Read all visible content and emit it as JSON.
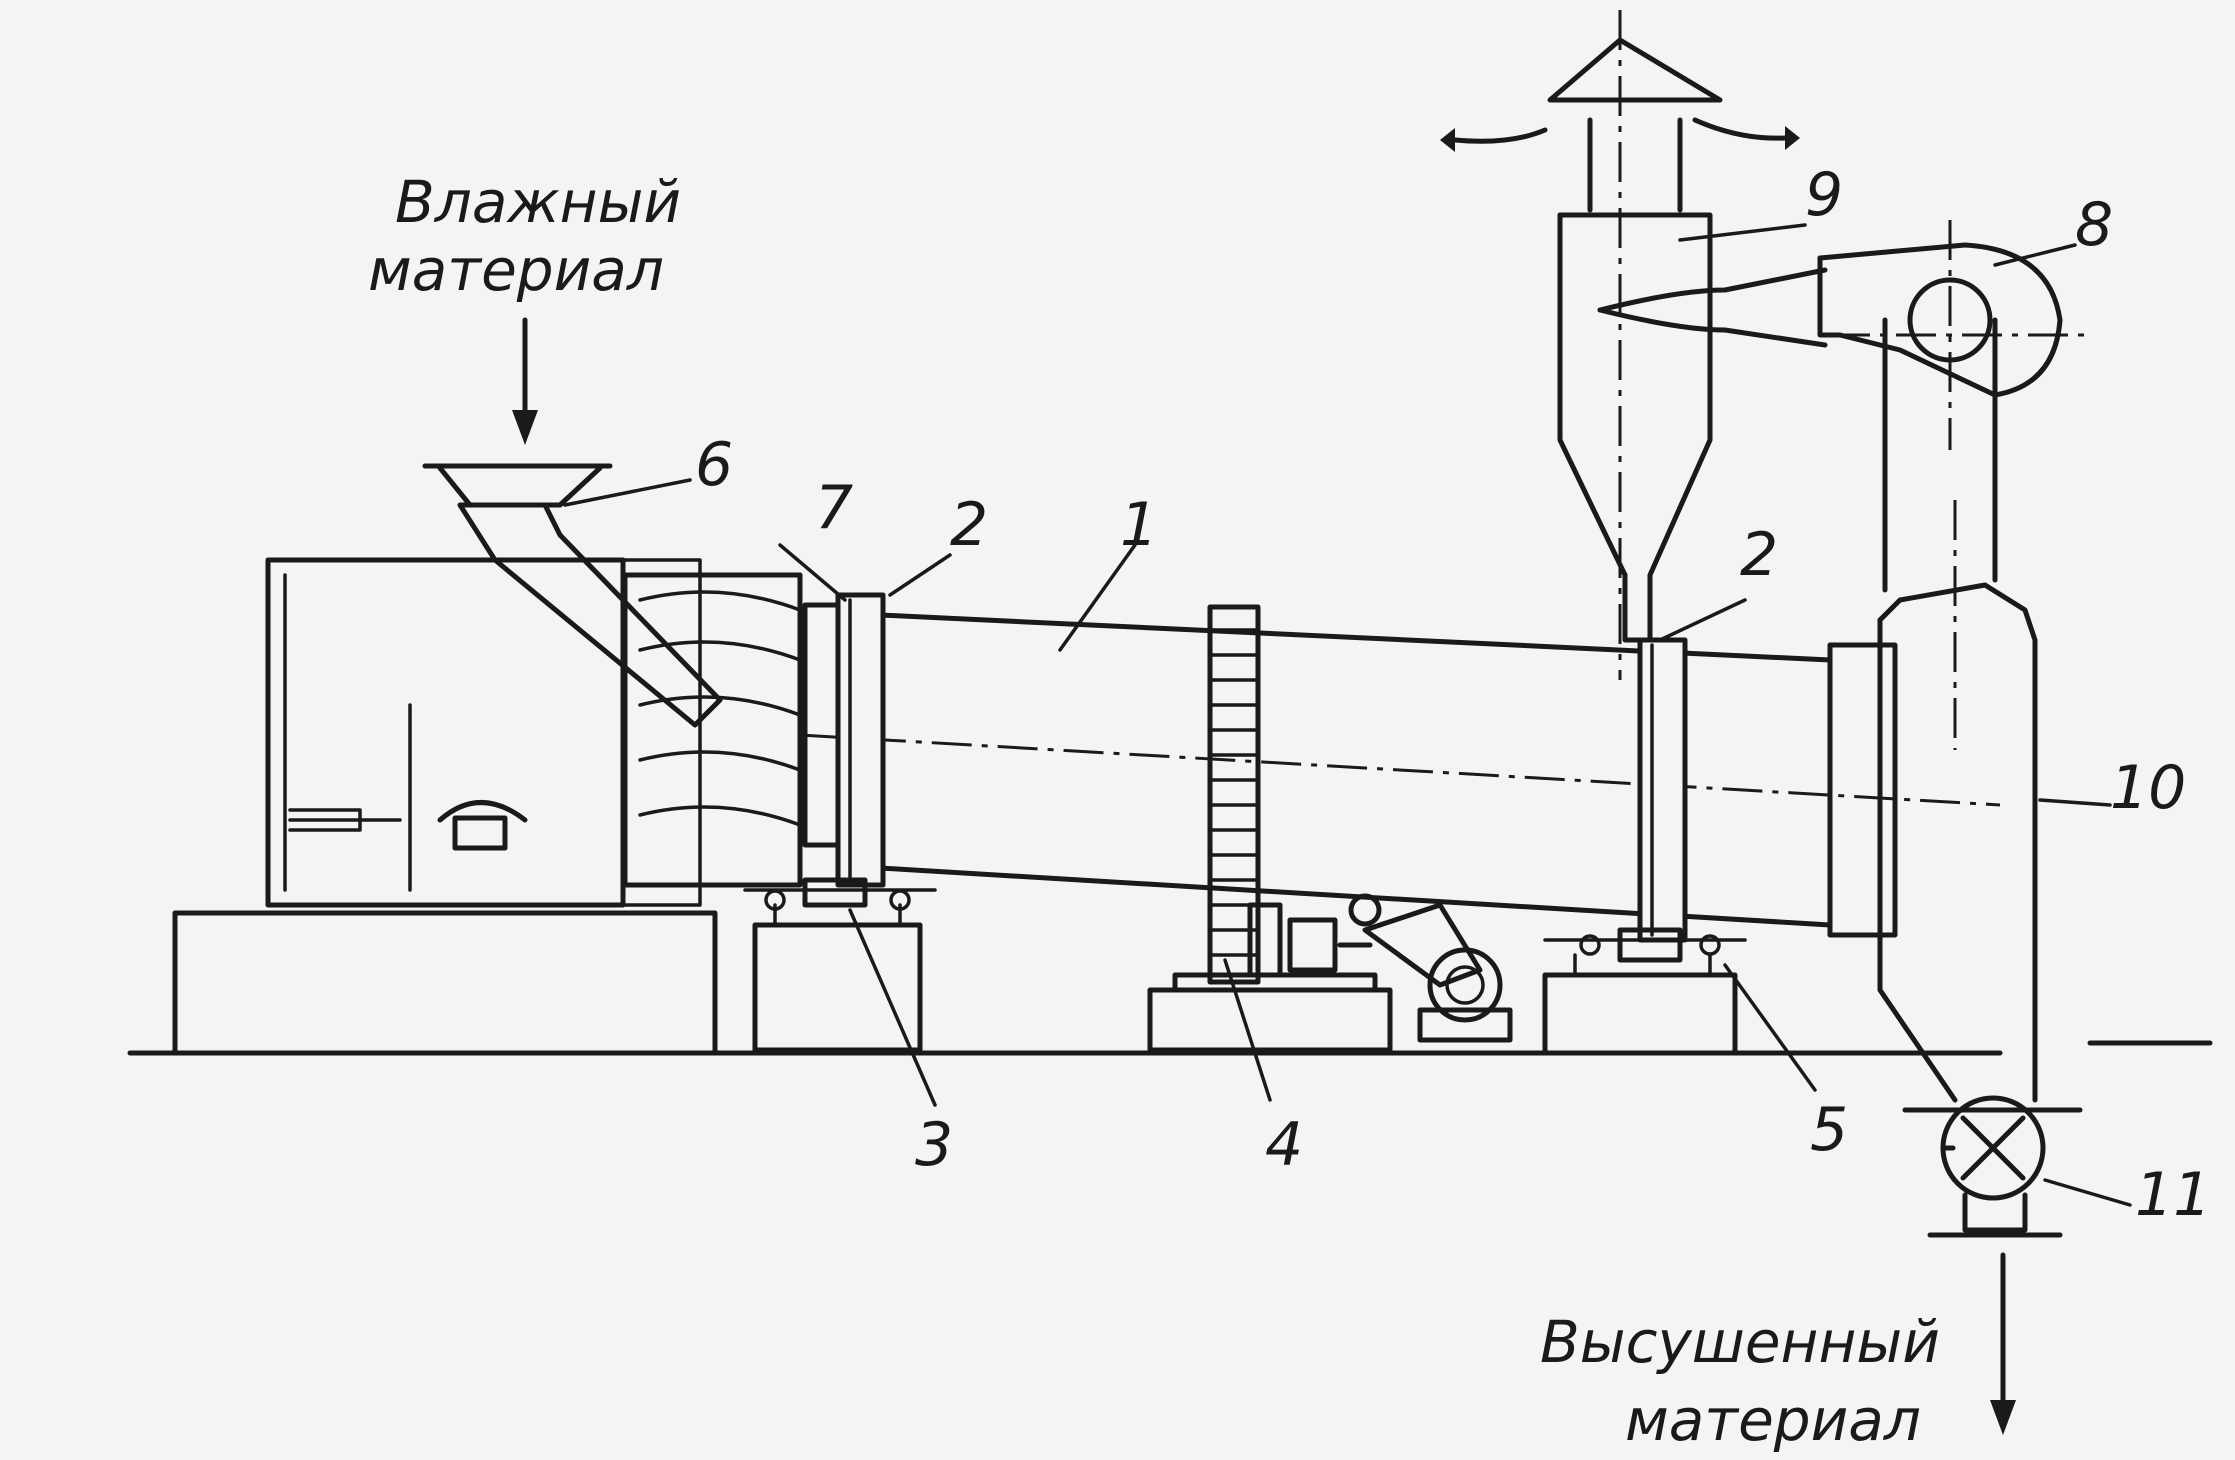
{
  "labels": {
    "inlet_line1": "Влажный",
    "inlet_line2": "материал",
    "outlet_line1": "Высушенный",
    "outlet_line2": "материал",
    "n1": "1",
    "n2a": "2",
    "n2b": "2",
    "n3": "3",
    "n4": "4",
    "n5": "5",
    "n6": "6",
    "n7": "7",
    "n8": "8",
    "n9": "9",
    "n10": "10",
    "n11": "11"
  },
  "colors": {
    "ink": "#1a1a1a",
    "paper": "#f4f4f2"
  }
}
